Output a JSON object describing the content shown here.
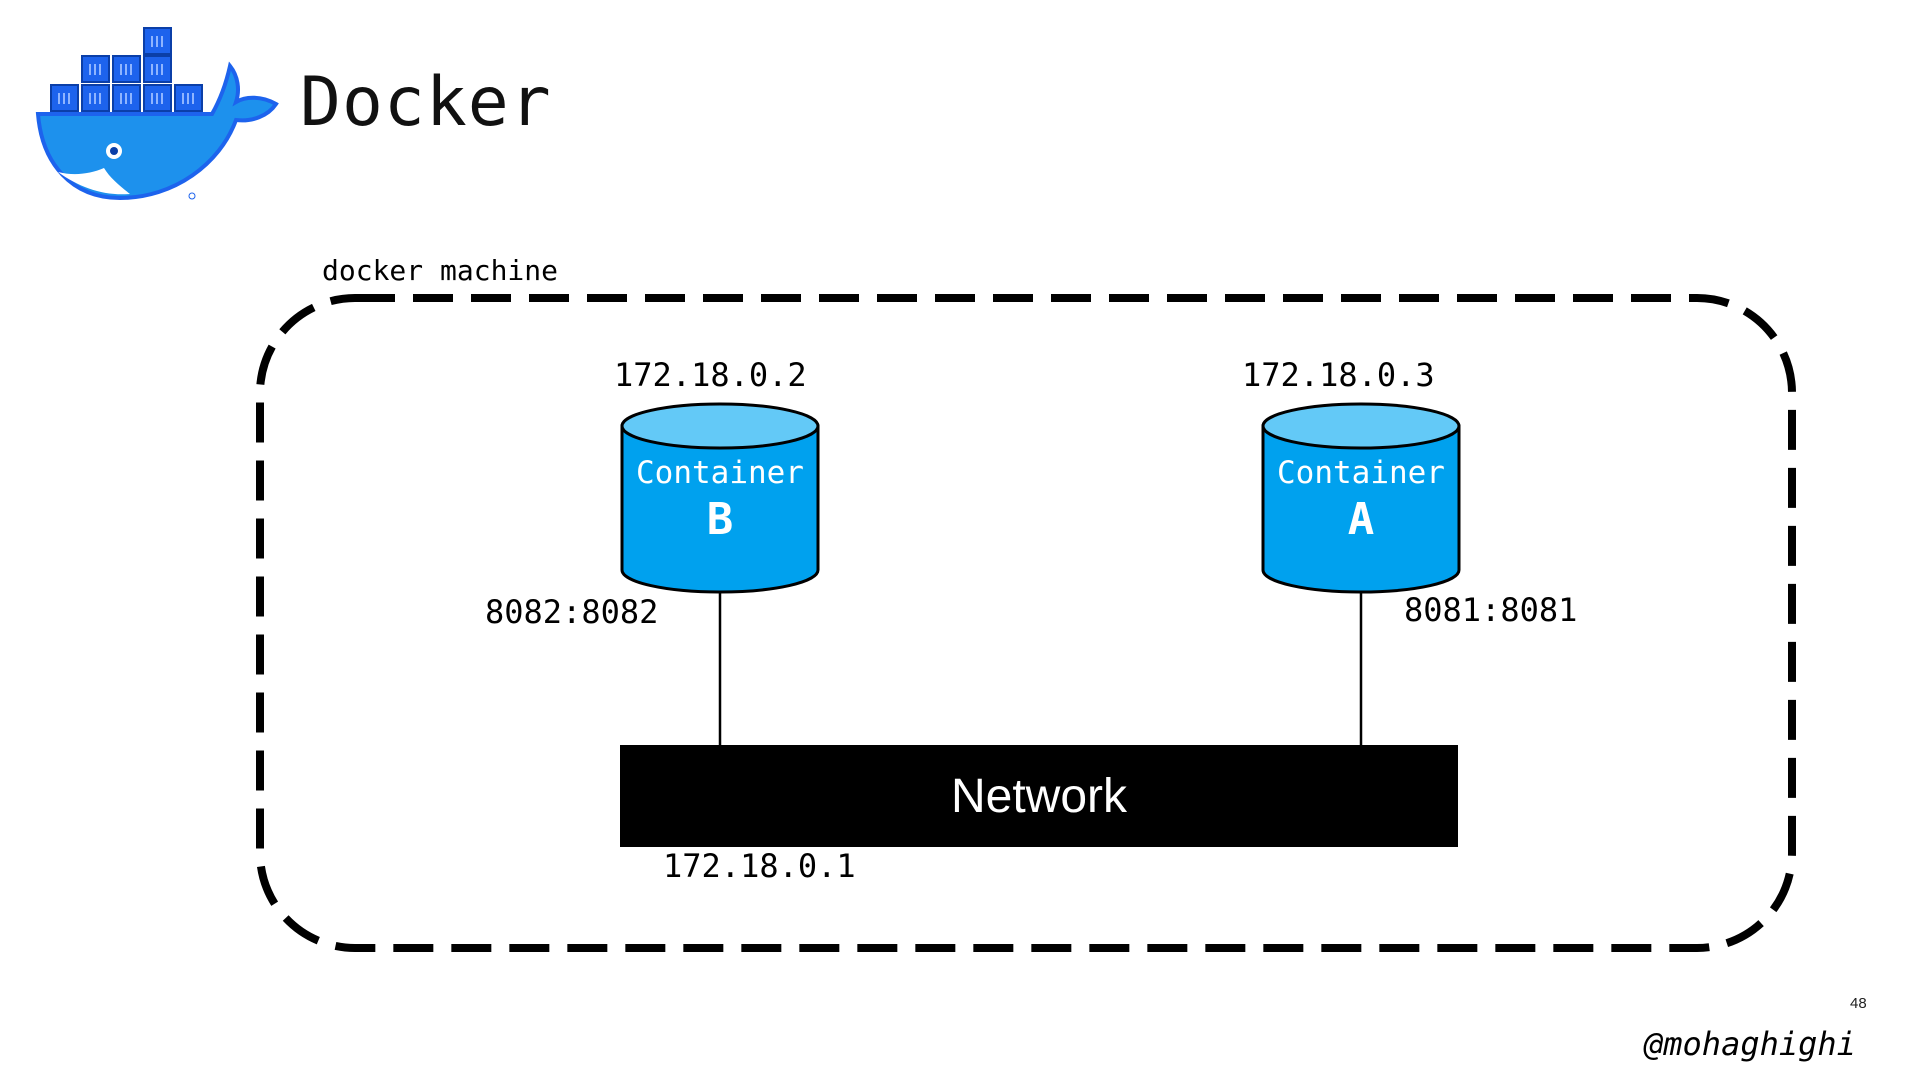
{
  "header": {
    "title": "Docker",
    "logo_icon": "docker-whale-icon",
    "brand_color": "#1D63ED"
  },
  "diagram": {
    "machine_label": "docker machine",
    "containers": [
      {
        "title": "Container",
        "letter": "B",
        "ip": "172.18.0.2",
        "port": "8082:8082"
      },
      {
        "title": "Container",
        "letter": "A",
        "ip": "172.18.0.3",
        "port": "8081:8081"
      }
    ],
    "network": {
      "label": "Network",
      "ip": "172.18.0.1"
    },
    "colors": {
      "container_body": "#00A1EE",
      "container_top": "#63C9F7",
      "network_bar": "#000000"
    }
  },
  "footer": {
    "page_number": "48",
    "author": "@mohaghighi"
  }
}
